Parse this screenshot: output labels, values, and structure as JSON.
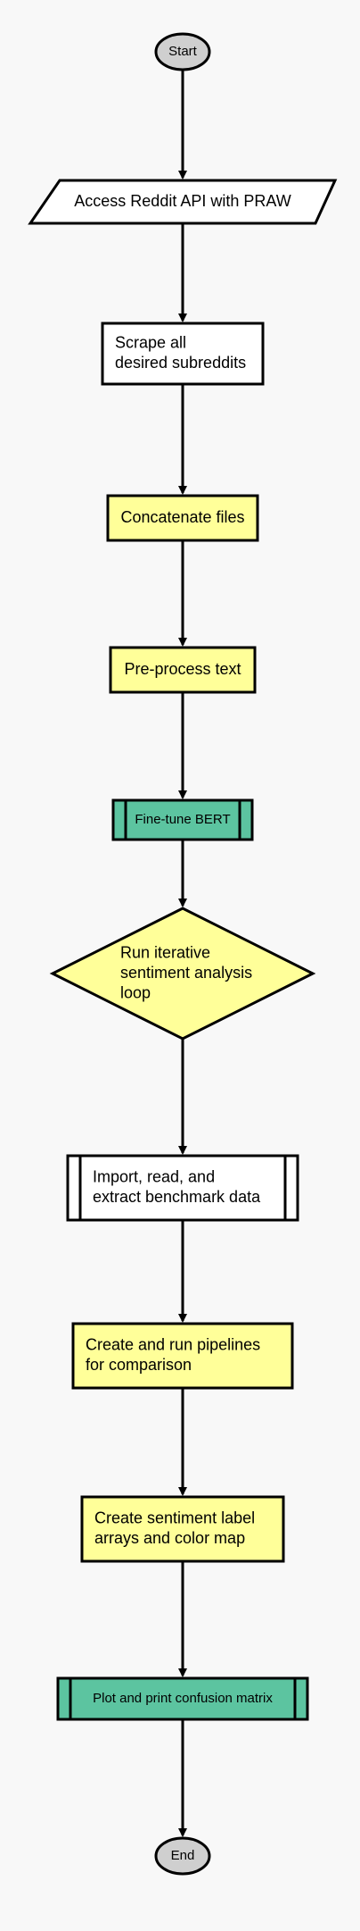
{
  "flowchart": {
    "colors": {
      "background": "#f8f8f8",
      "terminal_fill": "#cfcfcf",
      "process_fill": "#ffffff",
      "highlight_fill": "#ffff99",
      "subprocess_fill": "#5cc4a0",
      "stroke": "#000000"
    },
    "nodes": [
      {
        "id": "start",
        "shape": "terminal",
        "lines": [
          "Start"
        ]
      },
      {
        "id": "access-reddit-api",
        "shape": "io",
        "lines": [
          "Access Reddit API with PRAW"
        ]
      },
      {
        "id": "scrape-subreddits",
        "shape": "process",
        "lines": [
          "Scrape all",
          "desired subreddits"
        ]
      },
      {
        "id": "concatenate-files",
        "shape": "process-highlight",
        "lines": [
          "Concatenate files"
        ]
      },
      {
        "id": "preprocess-text",
        "shape": "process-highlight",
        "lines": [
          "Pre-process text"
        ]
      },
      {
        "id": "fine-tune-bert",
        "shape": "subprocess-teal",
        "lines": [
          "Fine-tune BERT"
        ]
      },
      {
        "id": "sentiment-loop",
        "shape": "decision",
        "lines": [
          "Run iterative",
          "sentiment analysis",
          "loop"
        ]
      },
      {
        "id": "import-benchmark",
        "shape": "subprocess-white",
        "lines": [
          "Import, read, and",
          "extract benchmark data"
        ]
      },
      {
        "id": "create-pipelines",
        "shape": "process-highlight",
        "lines": [
          "Create and run pipelines",
          "for comparison"
        ]
      },
      {
        "id": "create-label-arrays",
        "shape": "process-highlight",
        "lines": [
          "Create sentiment label",
          "arrays and color map"
        ]
      },
      {
        "id": "plot-confusion-matrix",
        "shape": "subprocess-teal",
        "lines": [
          "Plot and print confusion matrix"
        ]
      },
      {
        "id": "end",
        "shape": "terminal",
        "lines": [
          "End"
        ]
      }
    ]
  }
}
